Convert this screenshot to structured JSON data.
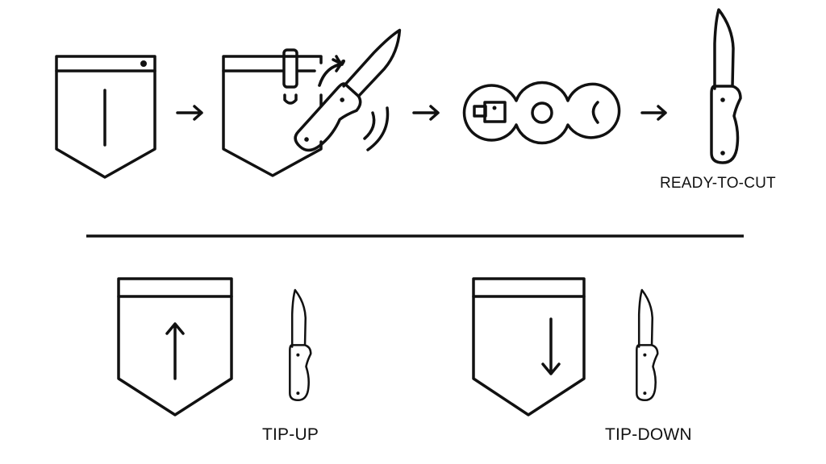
{
  "labels": {
    "ready": "READY-TO-CUT",
    "tip_up": "TIP-UP",
    "tip_down": "TIP-DOWN"
  },
  "colors": {
    "stroke": "#111111",
    "background": "#ffffff"
  }
}
